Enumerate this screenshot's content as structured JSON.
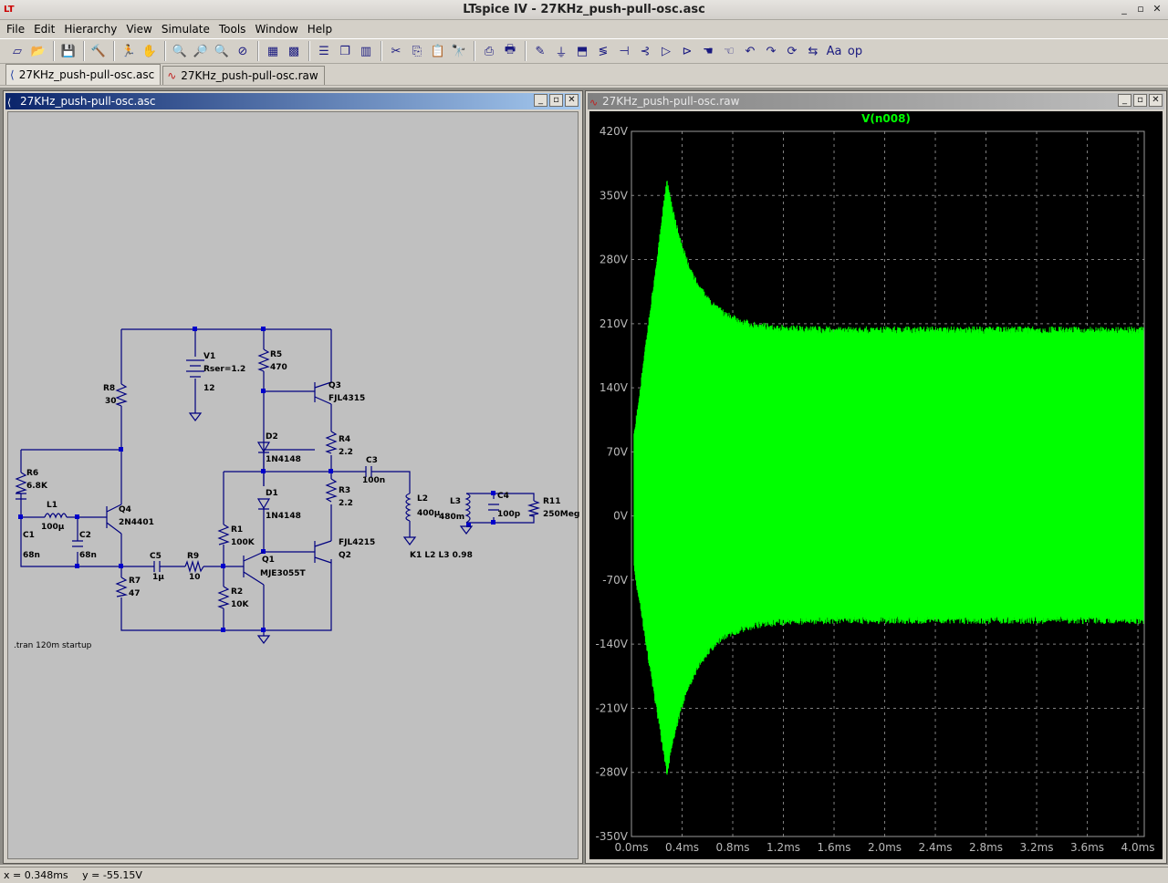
{
  "window": {
    "title": "LTspice IV - 27KHz_push-pull-osc.asc",
    "app_icon": "LT",
    "minimize": "_",
    "maximize": "▫",
    "close": "✕"
  },
  "menu": [
    "File",
    "Edit",
    "Hierarchy",
    "View",
    "Simulate",
    "Tools",
    "Window",
    "Help"
  ],
  "toolbar": {
    "icons": [
      "new-schematic-icon",
      "open-icon",
      "|",
      "save-icon",
      "|",
      "control-panel-icon",
      "|",
      "run-icon",
      "halt-icon",
      "|",
      "zoom-in-icon",
      "zoom-pan-icon",
      "zoom-out-icon",
      "zoom-fit-icon",
      "|",
      "autorange-icon",
      "grid-icon",
      "|",
      "tile-horizontal-icon",
      "cascade-icon",
      "tile-vertical-icon",
      "|",
      "cut-icon",
      "copy-icon",
      "paste-icon",
      "find-icon",
      "|",
      "print-setup-icon",
      "print-icon",
      "|",
      "wire-icon",
      "ground-icon",
      "label-icon",
      "resistor-icon",
      "capacitor-icon",
      "inductor-icon",
      "diode-icon",
      "component-icon",
      "move-icon",
      "drag-icon",
      "undo-icon",
      "redo-icon",
      "rotate-icon",
      "mirror-icon",
      "text-icon",
      "spice-directive-icon"
    ],
    "glyphs": [
      "▱",
      "📂",
      "",
      "💾",
      "",
      "🔨",
      "",
      "🏃",
      "✋",
      "",
      "🔍",
      "🔎",
      "🔍",
      "⊘",
      "",
      "▦",
      "▩",
      "",
      "☰",
      "❐",
      "▥",
      "",
      "✂",
      "⎘",
      "📋",
      "🔭",
      "",
      "⎙",
      "🖶",
      "",
      "✎",
      "⏚",
      "⬒",
      "≶",
      "⊣",
      "⊰",
      "▷",
      "⊳",
      "☚",
      "☜",
      "↶",
      "↷",
      "⟳",
      "⇆",
      "Aa",
      "op"
    ]
  },
  "tabs": [
    {
      "label": "27KHz_push-pull-osc.asc",
      "icon": "schematic-icon",
      "glyph": "⟨"
    },
    {
      "label": "27KHz_push-pull-osc.raw",
      "icon": "waveform-icon",
      "glyph": "∿"
    }
  ],
  "schematic_window": {
    "title": "27KHz_push-pull-osc.asc",
    "directive": ".tran 120m startup",
    "components": {
      "V1": {
        "name": "V1",
        "param": "Rser=1.2",
        "value": "12"
      },
      "R5": {
        "name": "R5",
        "value": "470"
      },
      "R8": {
        "name": "R8",
        "value": "30"
      },
      "Q3": {
        "name": "Q3",
        "value": "FJL4315"
      },
      "R4": {
        "name": "R4",
        "value": "2.2"
      },
      "D2": {
        "name": "D2",
        "value": "1N4148"
      },
      "C3": {
        "name": "C3",
        "value": "100n"
      },
      "R6": {
        "name": "R6",
        "value": "6.8K"
      },
      "D1": {
        "name": "D1",
        "value": "1N4148"
      },
      "R3": {
        "name": "R3",
        "value": "2.2"
      },
      "L1": {
        "name": "L1",
        "value": "100µ"
      },
      "Q4": {
        "name": "Q4",
        "value": "2N4401"
      },
      "L2": {
        "name": "L2",
        "value": "400µ"
      },
      "L3": {
        "name": "L3",
        "value": "480m"
      },
      "C4": {
        "name": "C4",
        "value": "100p"
      },
      "R11": {
        "name": "R11",
        "value": "250Meg"
      },
      "C1": {
        "name": "C1",
        "value": "68n"
      },
      "C2": {
        "name": "C2",
        "value": "68n"
      },
      "R1": {
        "name": "R1",
        "value": "100K"
      },
      "Q2": {
        "name": "Q2",
        "value": "FJL4215"
      },
      "C5": {
        "name": "C5",
        "value": "1µ"
      },
      "R9": {
        "name": "R9",
        "value": "10"
      },
      "Q1": {
        "name": "Q1",
        "value": "MJE3055T"
      },
      "R7": {
        "name": "R7",
        "value": "47"
      },
      "R2": {
        "name": "R2",
        "value": "10K"
      },
      "K1": {
        "text": "K1 L2 L3 0.98"
      }
    }
  },
  "waveform_window": {
    "title": "27KHz_push-pull-osc.raw"
  },
  "chart_data": {
    "type": "line",
    "series": [
      {
        "name": "V(n008)",
        "color": "#00ff00"
      }
    ],
    "xlim": [
      0,
      4.05
    ],
    "ylim": [
      -350,
      420
    ],
    "x_ticks": [
      "0.0ms",
      "0.4ms",
      "0.8ms",
      "1.2ms",
      "1.6ms",
      "2.0ms",
      "2.4ms",
      "2.8ms",
      "3.2ms",
      "3.6ms",
      "4.0ms"
    ],
    "x_tick_values": [
      0,
      0.4,
      0.8,
      1.2,
      1.6,
      2.0,
      2.4,
      2.8,
      3.2,
      3.6,
      4.0
    ],
    "y_ticks": [
      "420V",
      "350V",
      "280V",
      "210V",
      "140V",
      "70V",
      "0V",
      "-70V",
      "-140V",
      "-210V",
      "-280V",
      "-350V"
    ],
    "y_tick_values": [
      420,
      350,
      280,
      210,
      140,
      70,
      0,
      -70,
      -140,
      -210,
      -280,
      -350
    ],
    "envelope": {
      "start_ms": 0.02,
      "peak_ms": 0.28,
      "peak_max": 370,
      "peak_min": -285,
      "steady_max": 207,
      "steady_min": -118,
      "settle_ms": 0.9
    },
    "grid": true,
    "background": "#000000",
    "grid_color": "#808080",
    "text_color": "#b9b9b9"
  },
  "status": {
    "x": "x = 0.348ms",
    "y": "y = -55.15V"
  }
}
